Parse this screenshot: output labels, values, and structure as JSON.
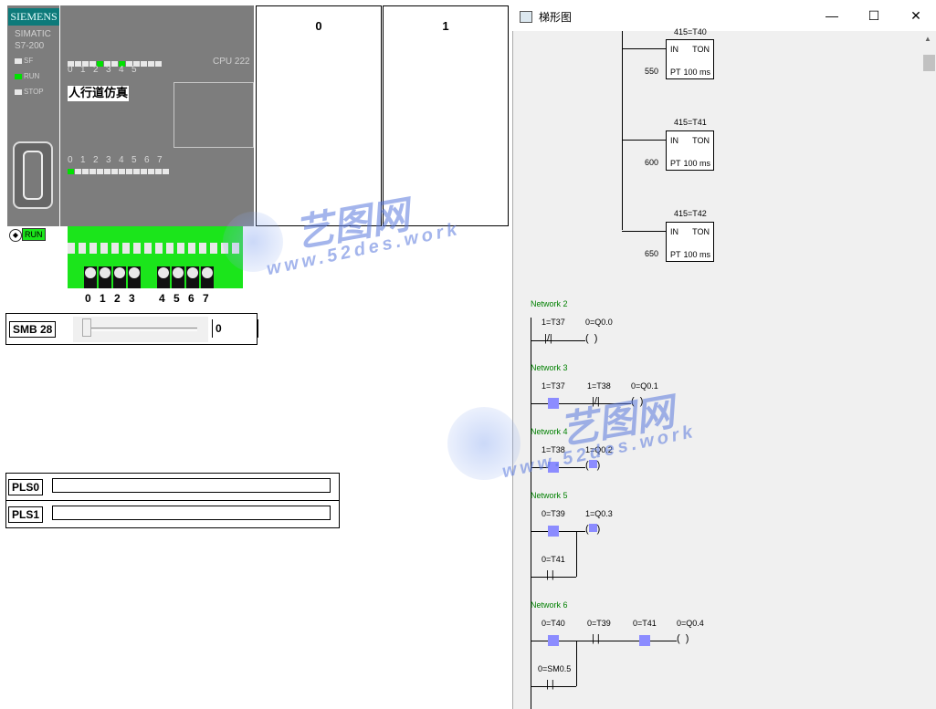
{
  "plc": {
    "brand": "SIEMENS",
    "model1": "SIMATIC",
    "model2": "S7-200",
    "status_sf": "SF",
    "status_run": "RUN",
    "status_stop": "STOP",
    "cpu": "CPU 222",
    "sim_label": "人行道仿真",
    "input_leds": [
      "0",
      "1",
      "2",
      "3",
      "4",
      "5"
    ],
    "output_leds": [
      "0",
      "1",
      "2",
      "3",
      "4",
      "5",
      "6",
      "7"
    ],
    "run_badge": "RUN",
    "switch_labels": [
      "0",
      "1",
      "2",
      "3",
      "4",
      "5",
      "6",
      "7"
    ]
  },
  "modules": [
    {
      "label": "0"
    },
    {
      "label": "1"
    }
  ],
  "smb": {
    "label": "SMB 28",
    "value": "0"
  },
  "pls": [
    {
      "label": "PLS0"
    },
    {
      "label": "PLS1"
    }
  ],
  "ladder": {
    "title": "梯形图",
    "controls": {
      "minimize": "—",
      "maximize": "☐",
      "close": "✕"
    },
    "timers": [
      {
        "name": "415=T40",
        "in": "IN",
        "type": "TON",
        "pt": "550",
        "ptlabel": "PT",
        "base": "100 ms"
      },
      {
        "name": "415=T41",
        "in": "IN",
        "type": "TON",
        "pt": "600",
        "ptlabel": "PT",
        "base": "100 ms"
      },
      {
        "name": "415=T42",
        "in": "IN",
        "type": "TON",
        "pt": "650",
        "ptlabel": "PT",
        "base": "100 ms"
      }
    ],
    "networks": [
      {
        "title": "Network 2",
        "contacts": [
          "1=T37"
        ],
        "coil": "0=Q0.0"
      },
      {
        "title": "Network 3",
        "contacts": [
          "1=T37",
          "1=T38"
        ],
        "coil": "0=Q0.1"
      },
      {
        "title": "Network 4",
        "contacts": [
          "1=T38"
        ],
        "coil": "1=Q0.2"
      },
      {
        "title": "Network 5",
        "contacts": [
          "0=T39",
          "0=T41"
        ],
        "coil": "1=Q0.3"
      },
      {
        "title": "Network 6",
        "contacts": [
          "0=T40",
          "0=T39",
          "0=T41",
          "0=SM0.5"
        ],
        "coil": "0=Q0.4"
      }
    ]
  },
  "watermark": {
    "cn": "艺图网",
    "url1": "www.52des.work",
    "url2": "www.52des.work"
  }
}
